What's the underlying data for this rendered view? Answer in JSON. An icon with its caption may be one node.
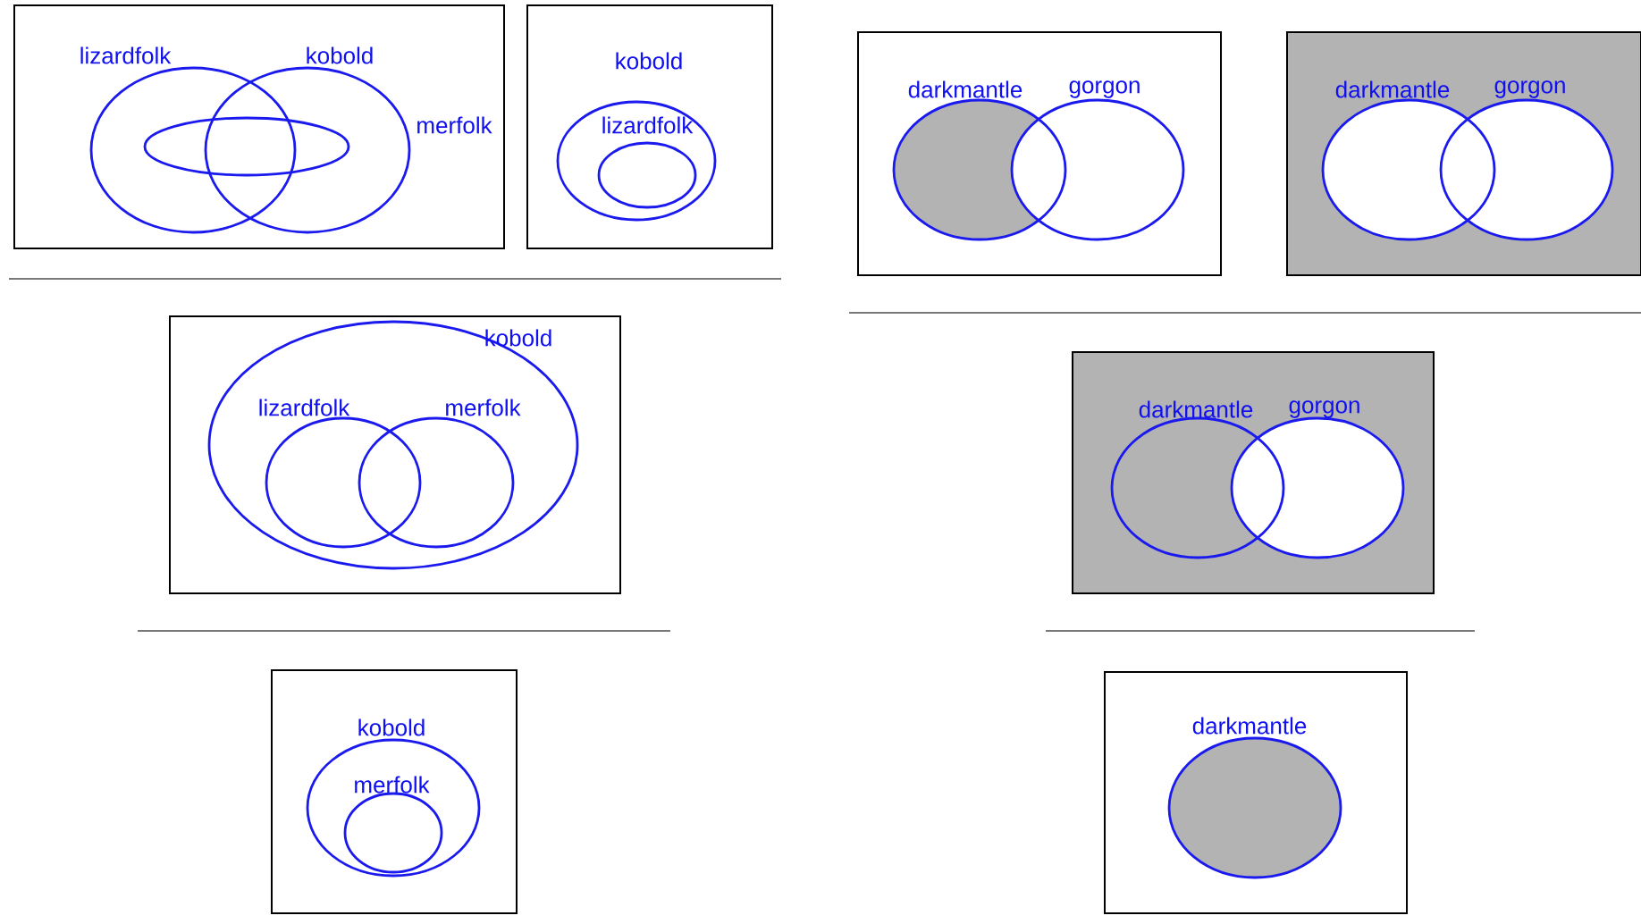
{
  "diagram": {
    "nodes": [
      {
        "text": [],
        "shape": "box"
      },
      {
        "text": [
          "lizardfolk"
        ],
        "in": 0
      },
      {
        "text": [
          "kobold"
        ],
        "in": 0
      },
      {
        "text": [
          "merfolk"
        ],
        "in": 0
      },
      {
        "text": [],
        "shape": "box"
      },
      {
        "text": [
          "kobold"
        ],
        "in": 4
      },
      {
        "text": [
          "lizardfolk"
        ],
        "in": 5
      },
      {
        "text": [],
        "shape": "box"
      },
      {
        "text": [
          "kobold"
        ],
        "in": 7
      },
      {
        "text": [
          "lizardfolk"
        ],
        "in": 8
      },
      {
        "text": [
          "merfolk"
        ],
        "in": 8
      },
      {
        "text": [],
        "shape": "box"
      },
      {
        "text": [
          "kobold"
        ],
        "in": 11
      },
      {
        "text": [
          "merfolk"
        ],
        "in": 12
      },
      {
        "text": [],
        "shape": "box"
      },
      {
        "text": [
          "darkmantle"
        ],
        "in": 14
      },
      {
        "text": [
          "gorgon"
        ],
        "in": 14
      },
      {
        "text": [],
        "shape": "box"
      },
      {
        "text": [
          "darkmantle"
        ],
        "in": 17
      },
      {
        "text": [
          "gorgon"
        ],
        "in": 17
      },
      {
        "text": [],
        "shape": "box"
      },
      {
        "text": [
          "darkmantle"
        ],
        "in": 20
      },
      {
        "text": [
          "gorgon"
        ],
        "in": 20
      },
      {
        "text": [],
        "shape": "box"
      },
      {
        "text": [
          "darkmantle"
        ],
        "in": 23
      }
    ]
  }
}
